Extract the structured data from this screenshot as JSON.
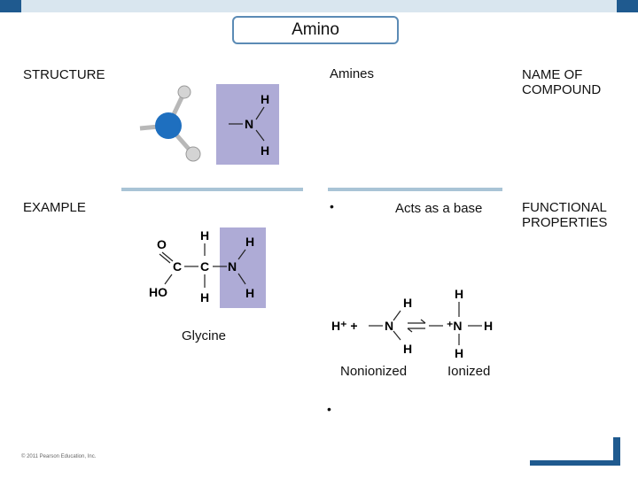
{
  "title": "Amino",
  "labels": {
    "structure": "STRUCTURE",
    "amines": "Amines",
    "name_of_compound": "NAME OF COMPOUND",
    "example": "EXAMPLE",
    "functional_properties": "FUNCTIONAL PROPERTIES",
    "acts_as_base": "Acts as a base",
    "glycine": "Glycine",
    "nonionized": "Nonionized",
    "ionized": "Ionized"
  },
  "bullets": [
    "•",
    "•"
  ],
  "structure_formula": {
    "h1": "H",
    "n": "N",
    "h2": "H"
  },
  "glycine_formula": {
    "o": "O",
    "c1": "C",
    "ho": "HO",
    "h_top": "H",
    "c2": "C",
    "h_bottom": "H",
    "n": "N",
    "hn1": "H",
    "hn2": "H"
  },
  "reaction": {
    "hplus": "H⁺ +",
    "h_top": "H",
    "n": "N",
    "h_bottom": "H",
    "h_top2": "H",
    "nplus": "⁺N",
    "h_right": "H",
    "h_bottom2": "H"
  },
  "footer": "© 2011 Pearson Education, Inc.",
  "colors": {
    "accent_blue": "#1f5a8f",
    "purple_box": "#aeabd6",
    "divider": "#a9c4d6"
  }
}
